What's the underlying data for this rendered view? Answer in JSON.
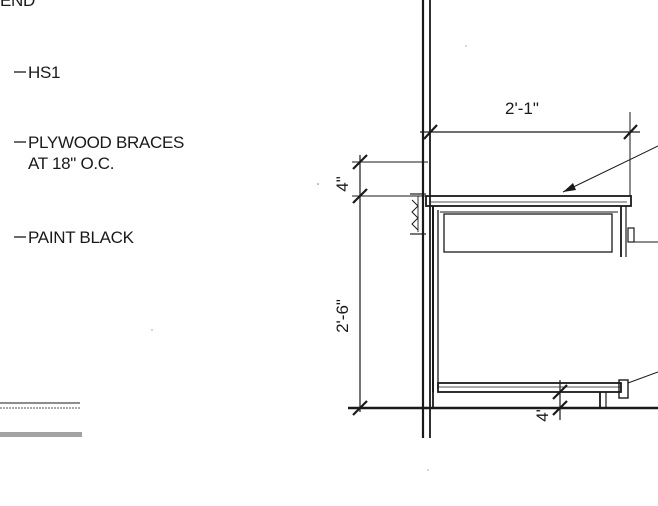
{
  "notes": {
    "end": "END",
    "hs1": "HS1",
    "plywood_line1": "PLYWOOD BRACES",
    "plywood_line2": "AT 18\" O.C.",
    "paint": "PAINT BLACK"
  },
  "dimensions": {
    "width_top": "2'-1\"",
    "height_small": "4\"",
    "height_main": "2'-6\"",
    "base_height": "4\""
  }
}
